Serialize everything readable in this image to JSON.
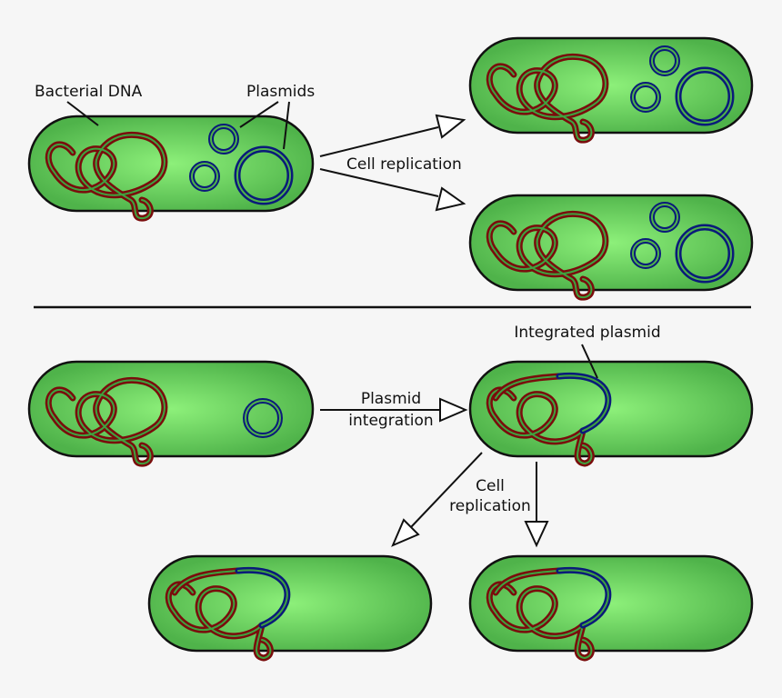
{
  "labels": {
    "bacterial_dna": "Bacterial DNA",
    "plasmids": "Plasmids",
    "cell_replication": "Cell replication",
    "integrated_plasmid": "Integrated plasmid",
    "plasmid_integration_line1": "Plasmid",
    "plasmid_integration_line2": "integration",
    "cell_replication_line1": "Cell",
    "cell_replication_line2": "replication"
  },
  "colors": {
    "background": "#f6f6f6",
    "cell_fill_center": "#8df07a",
    "cell_fill_edge": "#4fb34a",
    "bacterial_dna": "#7a0c0c",
    "plasmid": "#0a1a7a",
    "outline": "#111111"
  }
}
